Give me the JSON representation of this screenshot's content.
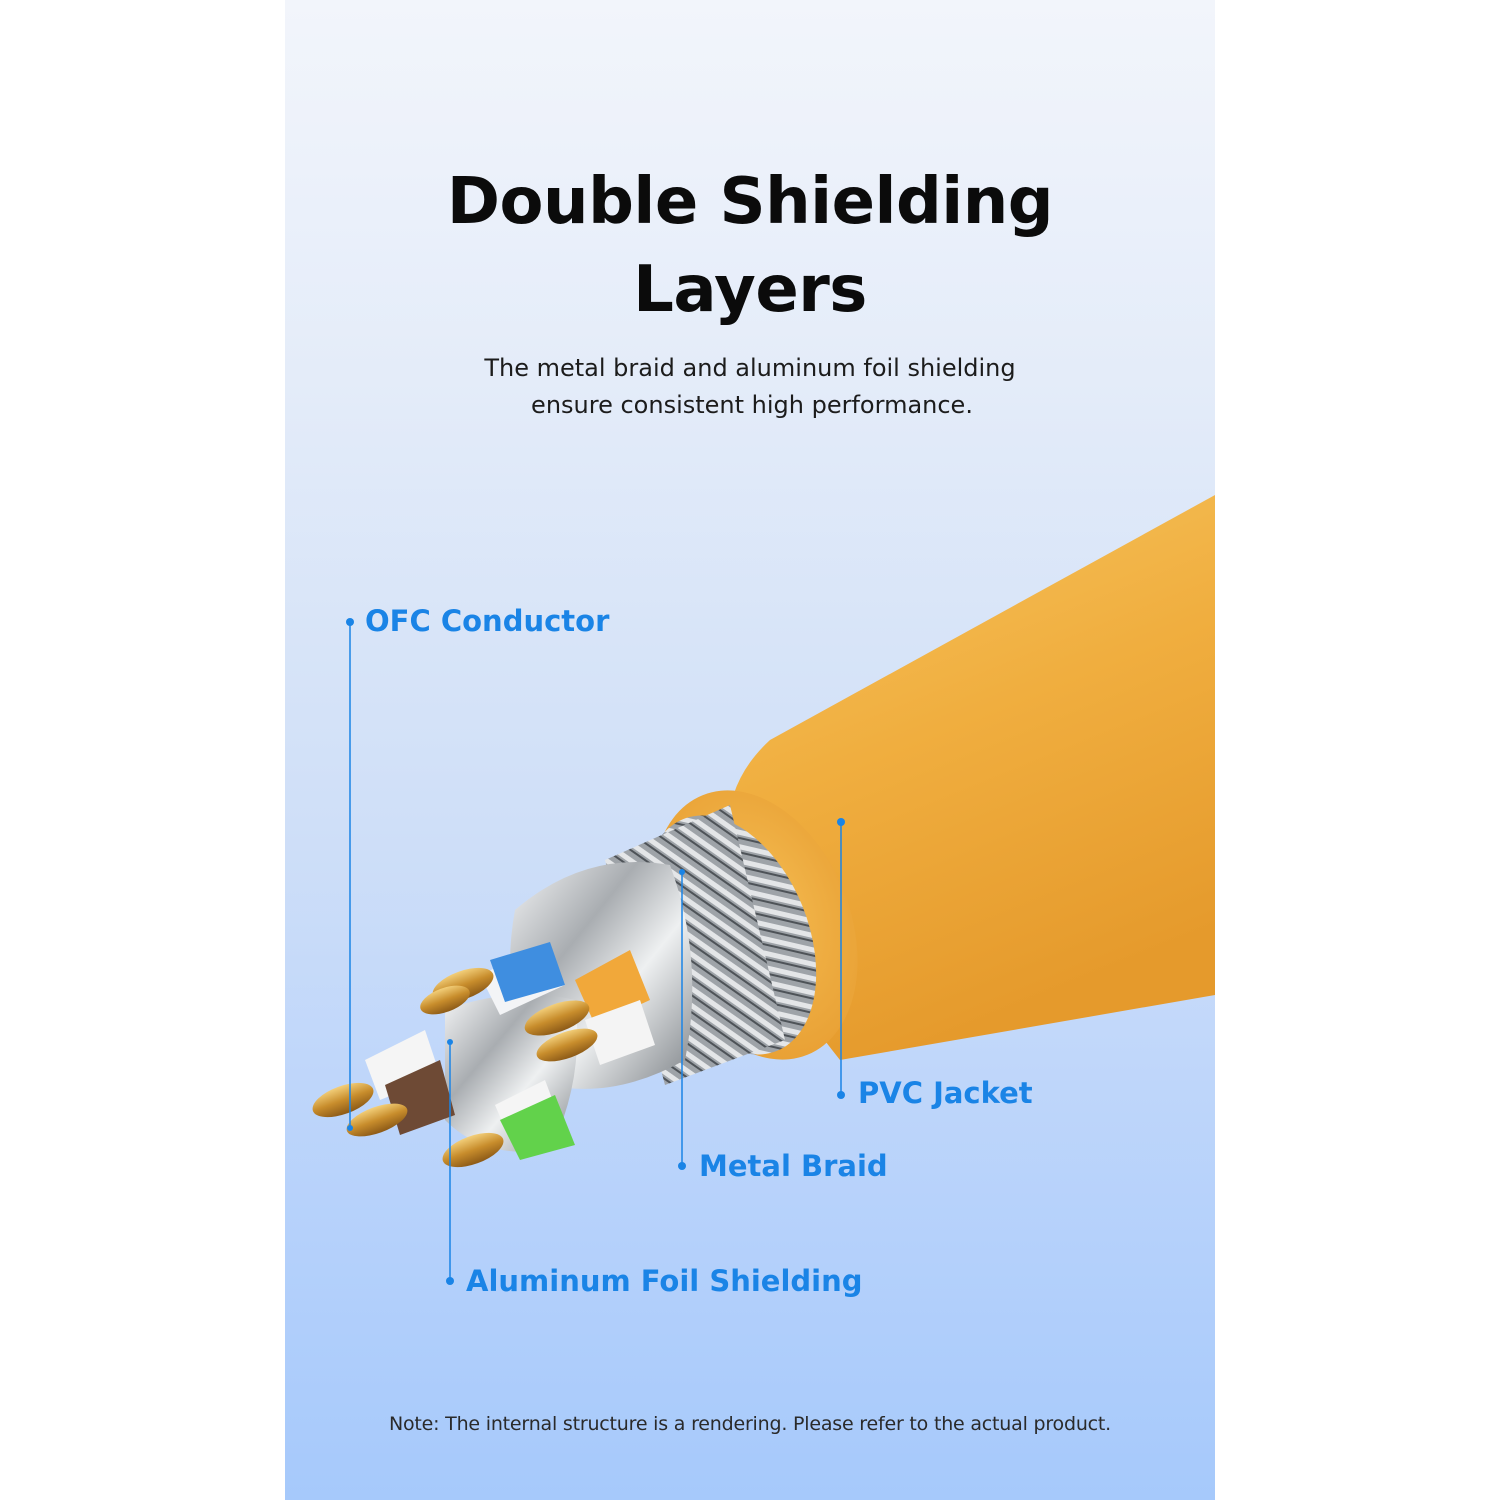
{
  "title": {
    "line1": "Double Shielding",
    "line2": "Layers"
  },
  "subtitle": {
    "line1": "The metal braid and aluminum foil shielding",
    "line2": "ensure consistent high performance."
  },
  "callouts": {
    "ofc_conductor": "OFC Conductor",
    "pvc_jacket": "PVC Jacket",
    "metal_braid": "Metal Braid",
    "aluminum_foil": "Aluminum Foil Shielding"
  },
  "note": "Note: The internal structure is a rendering. Please refer to the actual product.",
  "colors": {
    "accent_blue": "#1a84e6",
    "jacket_orange": "#f0b044",
    "copper": "#d9a441"
  }
}
